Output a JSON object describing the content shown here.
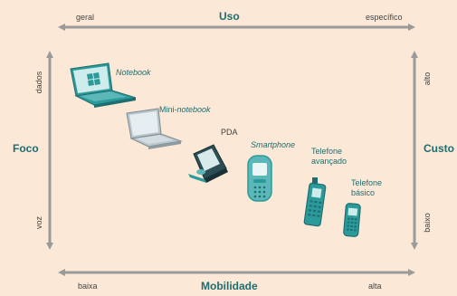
{
  "top_axis": {
    "title": "Uso",
    "left_label": "geral",
    "right_label": "específico"
  },
  "bottom_axis": {
    "title": "Mobilidade",
    "left_label": "baixa",
    "right_label": "alta"
  },
  "left_axis": {
    "title": "Foco",
    "top_label": "dados",
    "bottom_label": "voz"
  },
  "right_axis": {
    "title": "Custo",
    "top_label": "alto",
    "bottom_label": "baixo"
  },
  "devices": {
    "notebook": {
      "label": "Notebook",
      "icon": "laptop-icon"
    },
    "mini_notebook": {
      "label_prefix": "Mini-",
      "label_suffix": "notebook",
      "icon": "mini-laptop-icon"
    },
    "pda": {
      "label": "PDA",
      "icon": "pda-icon"
    },
    "smartphone": {
      "label": "Smartphone",
      "icon": "smartphone-icon"
    },
    "advanced_phone": {
      "label_line1": "Telefone",
      "label_line2": "avançado",
      "icon": "advanced-phone-icon"
    },
    "basic_phone": {
      "label_line1": "Telefone",
      "label_line2": "básico",
      "icon": "basic-phone-icon"
    }
  },
  "colors": {
    "background": "#fce8d6",
    "arrow": "#9a9a9a",
    "accent": "#1e6d70",
    "device_teal": "#2a9a9a"
  }
}
